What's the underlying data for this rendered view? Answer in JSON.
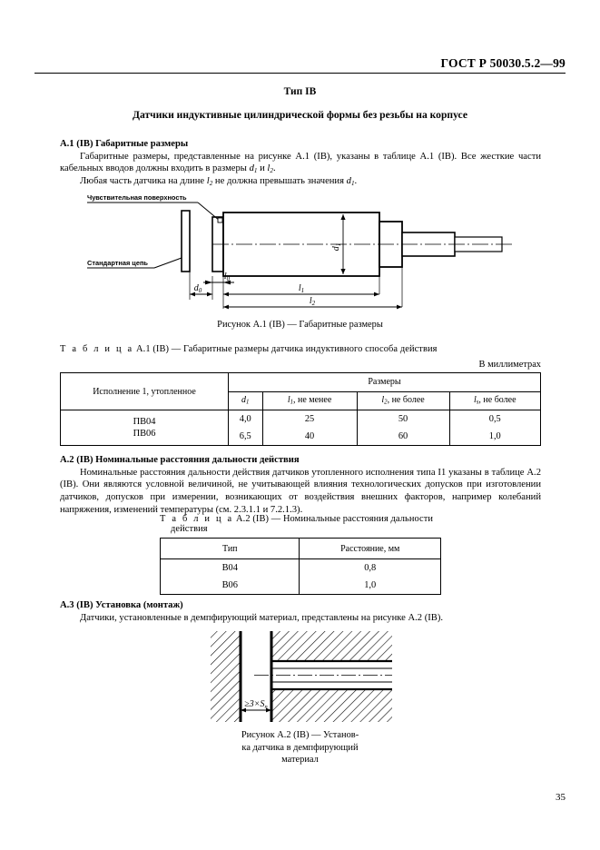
{
  "header": {
    "standard_code": "ГОСТ Р 50030.5.2—99"
  },
  "titles": {
    "type_title": "Тип IВ",
    "main_title": "Датчики индуктивные цилиндрической формы без резьбы на корпусе"
  },
  "section_a1": {
    "heading": "A.1 (IВ) Габаритные размеры",
    "para1_a": "Габаритные размеры, представленные на рисунке А.1 (IВ), указаны в таблице А.1 (IВ). Все жесткие части кабельных вводов должны входить в размеры ",
    "para1_sym1": "d",
    "para1_sub1": "1",
    "para1_mid": " и ",
    "para1_sym2": "l",
    "para1_sub2": "2",
    "para1_end": ".",
    "para2_a": "Любая часть датчика на длине ",
    "para2_sym1": "l",
    "para2_sub1": "2",
    "para2_mid": " не должна превышать значения ",
    "para2_sym2": "d",
    "para2_sub2": "1",
    "para2_end": "."
  },
  "figure_a1": {
    "caption": "Рисунок А.1 (IВ) — Габаритные размеры",
    "callout_sensing_surface": "Чувствительная поверхность",
    "callout_standard_circuit": "Стандартная цепь",
    "dim_d0": "d",
    "dim_d0_sub": "0",
    "dim_l0": "l",
    "dim_l0_sub": "0",
    "dim_d1": "d",
    "dim_d1_sub": "1",
    "dim_l1": "l",
    "dim_l1_sub": "1",
    "dim_l2": "l",
    "dim_l2_sub": "2"
  },
  "table_a1": {
    "caption_spaced": "Т а б л и ц а",
    "caption_rest": "  А.1 (IВ) — Габаритные размеры датчика индуктивного способа действия",
    "units_note": "В миллиметрах",
    "header_exec": "Исполнение 1, утопленное",
    "header_sizes": "Размеры",
    "columns": [
      {
        "sym": "d",
        "sub": "1",
        "suffix": ""
      },
      {
        "sym": "l",
        "sub": "1",
        "suffix": ", не менее"
      },
      {
        "sym": "l",
        "sub": "2",
        "suffix": ", не более"
      },
      {
        "sym": "l",
        "sub": "s",
        "suffix": ", не более"
      }
    ],
    "rows": [
      {
        "exec": "ПВ04",
        "d1": "4,0",
        "l1": "25",
        "l2": "50",
        "ls": "0,5"
      },
      {
        "exec": "ПВ06",
        "d1": "6,5",
        "l1": "40",
        "l2": "60",
        "ls": "1,0"
      }
    ]
  },
  "section_a2": {
    "heading": "A.2 (IВ) Номинальные расстояния дальности действия",
    "para": "Номинальные расстояния дальности действия датчиков утопленного исполнения типа I1 указаны в таблице А.2 (IВ). Они являются условной величиной, не учитывающей влияния технологических допусков при изготовлении датчиков, допусков при измерении, возникающих от воздействия внешних факторов, например колебаний напряжения, изменений температуры (см. 2.3.1.1 и 7.2.1.3)."
  },
  "table_a2": {
    "caption_spaced": "Т а б л и ц а",
    "caption_rest": "  А.2 (IВ) — Номинальные расстояния дальности",
    "caption_line2": "действия",
    "header_type": "Тип",
    "header_distance": "Расстояние, мм",
    "rows": [
      {
        "type": "В04",
        "distance": "0,8"
      },
      {
        "type": "В06",
        "distance": "1,0"
      }
    ]
  },
  "section_a3": {
    "heading": "A.3 (IВ) Установка (монтаж)",
    "para": "Датчики, установленные в демпфирующий материал, представлены на рисунке А.2 (IВ)."
  },
  "figure_a2": {
    "caption_line1": "Рисунок А.2 (IВ) — Установ-",
    "caption_line2": "ка датчика в демпфирующий",
    "caption_line3": "материал",
    "dim_label": "≥3×S",
    "dim_label_sub": "n"
  },
  "footer": {
    "page_number": "35"
  }
}
